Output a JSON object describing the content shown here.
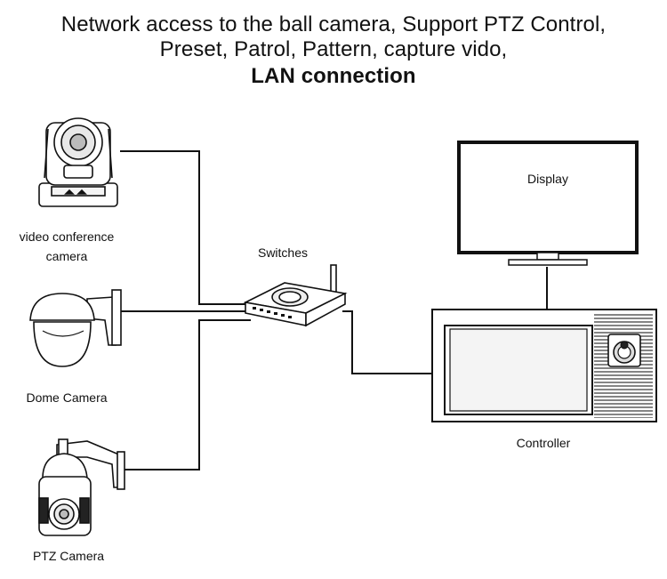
{
  "heading": {
    "line1": "Network access to the ball camera, Support PTZ Control,",
    "line2": "Preset, Patrol, Pattern, capture vido,",
    "line3": "LAN connection"
  },
  "devices": {
    "video_conference_camera": {
      "label_line1": "video conference",
      "label_line2": "camera"
    },
    "dome_camera": {
      "label": "Dome Camera"
    },
    "ptz_camera": {
      "label": "PTZ Camera"
    },
    "switch": {
      "label": "Switches"
    },
    "display": {
      "label": "Display"
    },
    "controller": {
      "label": "Controller"
    }
  },
  "colors": {
    "line": "#111111",
    "device_fill": "#ffffff",
    "screen_shade": "#f2f2f2"
  }
}
